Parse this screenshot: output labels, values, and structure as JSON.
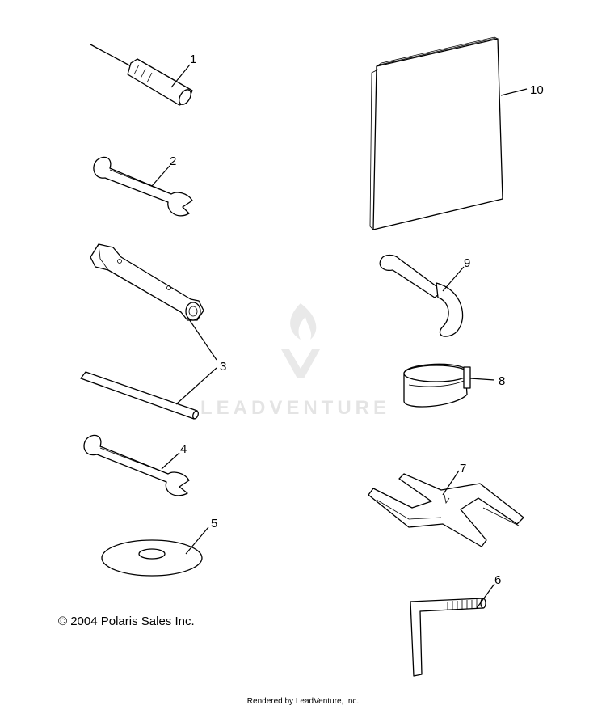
{
  "callouts": {
    "c1": "1",
    "c2": "2",
    "c3": "3",
    "c4": "4",
    "c5": "5",
    "c6": "6",
    "c7": "7",
    "c8": "8",
    "c9": "9",
    "c10": "10"
  },
  "watermark": "LEADVENTURE",
  "copyright": "© 2004 Polaris Sales Inc.",
  "footer": "Rendered by LeadVenture, Inc."
}
